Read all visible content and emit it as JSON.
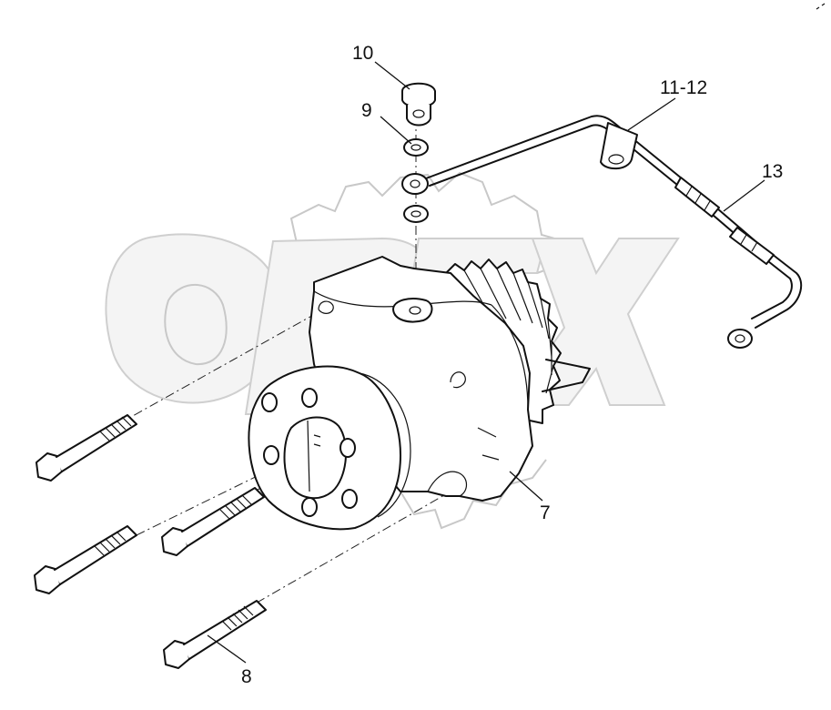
{
  "watermark": {
    "text": "OPEX",
    "color": "#c8c8c8"
  },
  "callouts": {
    "c10": "10",
    "c9": "9",
    "c1112": "11-12",
    "c13": "13",
    "c7": "7",
    "c8": "8"
  },
  "parts": {
    "housing": "housing-7",
    "bolts": "bolts-8",
    "washers": "washers-9",
    "banjo_bolt": "banjo-bolt-10",
    "pipe_clamp": "pipe-with-clamp-11-12",
    "pipe_end": "pipe-end-13"
  },
  "colors": {
    "line": "#111111",
    "background": "#ffffff",
    "watermark": "#c8c8c8"
  }
}
